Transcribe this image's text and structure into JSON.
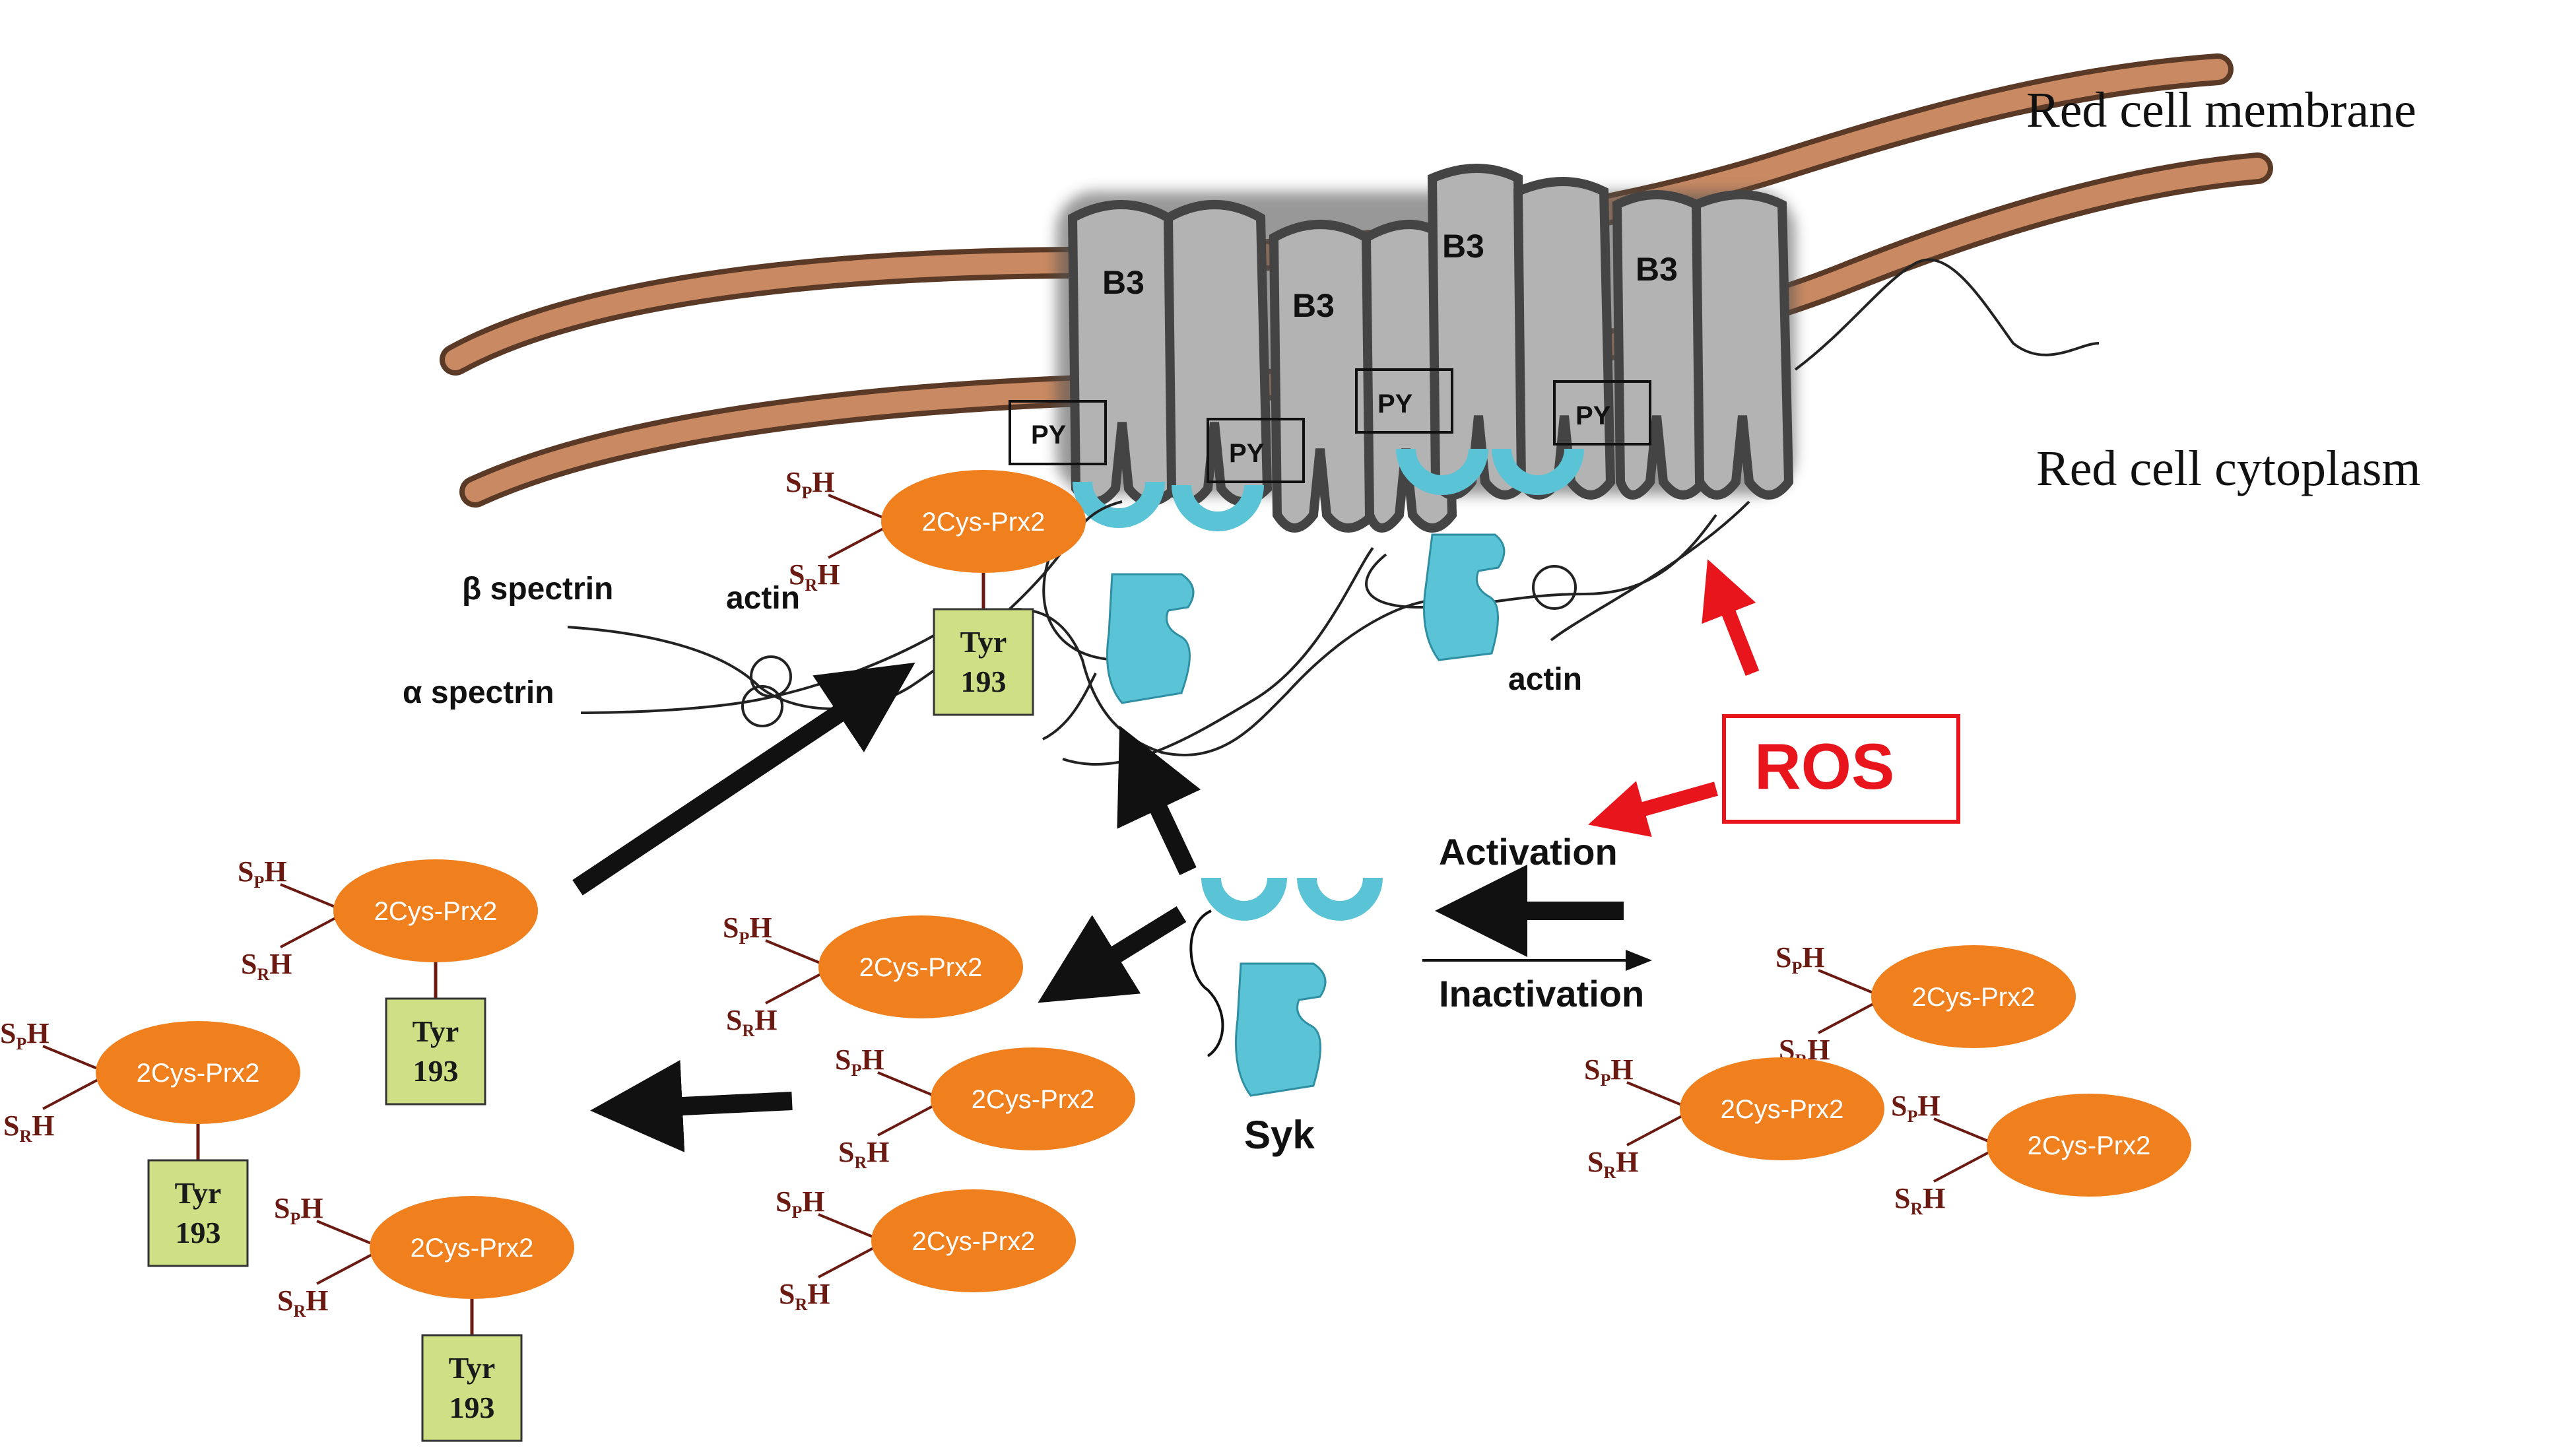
{
  "labels": {
    "membrane": "Red cell membrane",
    "cytoplasm": "Red cell cytoplasm",
    "b3": "B3",
    "py": "PY",
    "beta_spectrin": "β spectrin",
    "alpha_spectrin": "α spectrin",
    "actin": "actin",
    "ros": "ROS",
    "activation": "Activation",
    "inactivation": "Inactivation",
    "syk": "Syk",
    "prx": "2Cys-Prx2",
    "tyr": "Tyr",
    "tyr_num": "193",
    "sp_main": "S",
    "sp_sub": "P",
    "sh_h": "H",
    "sr_main": "S",
    "sr_sub": "R"
  },
  "colors": {
    "membrane": "#c98a63",
    "membrane_edge": "#5a3a26",
    "b3_fill": "#b3b3b3",
    "b3_edge": "#444444",
    "syk": "#5bc3d6",
    "prx": "#f07f1e",
    "tyr": "#cfdf86",
    "ros": "#e8161c",
    "arrow": "#111111"
  }
}
